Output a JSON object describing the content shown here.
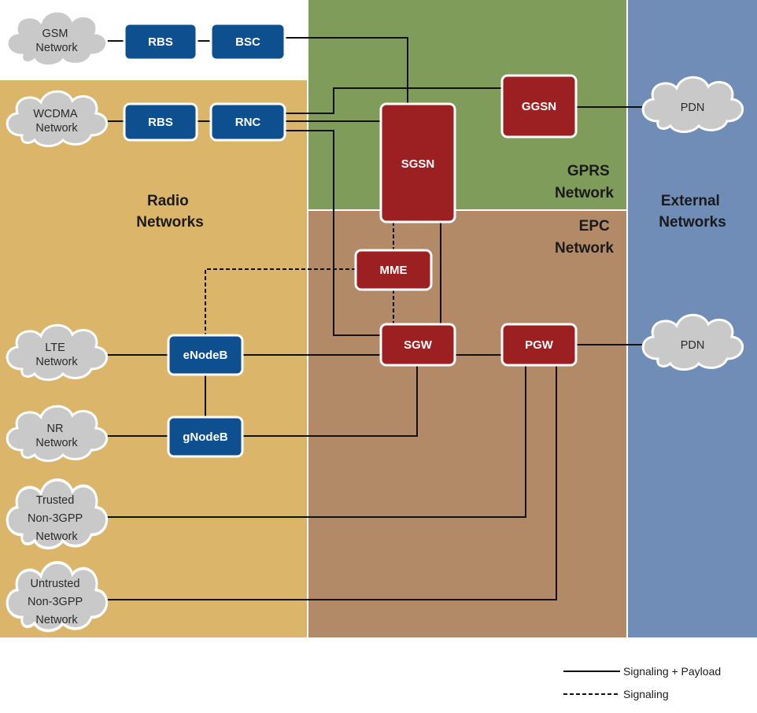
{
  "regions": {
    "radio": {
      "line1": "Radio",
      "line2": "Networks",
      "color": "#dbb66a"
    },
    "gprs": {
      "line1": "GPRS",
      "line2": "Network",
      "color": "#7f9c5a"
    },
    "epc": {
      "line1": "EPC",
      "line2": "Network",
      "color": "#b38a68"
    },
    "external": {
      "line1": "External",
      "line2": "Networks",
      "color": "#6f8db6"
    }
  },
  "clouds": {
    "gsm": [
      "GSM",
      "Network"
    ],
    "wcdma": [
      "WCDMA",
      "Network"
    ],
    "lte": [
      "LTE",
      "Network"
    ],
    "nr": [
      "NR",
      "Network"
    ],
    "trusted": [
      "Trusted",
      "Non-3GPP",
      "Network"
    ],
    "untrusted": [
      "Untrusted",
      "Non-3GPP",
      "Network"
    ],
    "pdn_top": [
      "PDN"
    ],
    "pdn_bottom": [
      "PDN"
    ]
  },
  "nodes": {
    "rbs_gsm": "RBS",
    "bsc": "BSC",
    "rbs_wcdma": "RBS",
    "rnc": "RNC",
    "enodeb": "eNodeB",
    "gnodeb": "gNodeB",
    "sgsn": "SGSN",
    "ggsn": "GGSN",
    "mme": "MME",
    "sgw": "SGW",
    "pgw": "PGW"
  },
  "colors": {
    "radio_node": "#0d4f8f",
    "core_node": "#9c2022",
    "cloud": "#c9c9c9"
  },
  "legend": {
    "solid": "Signaling + Payload",
    "dashed": "Signaling"
  }
}
